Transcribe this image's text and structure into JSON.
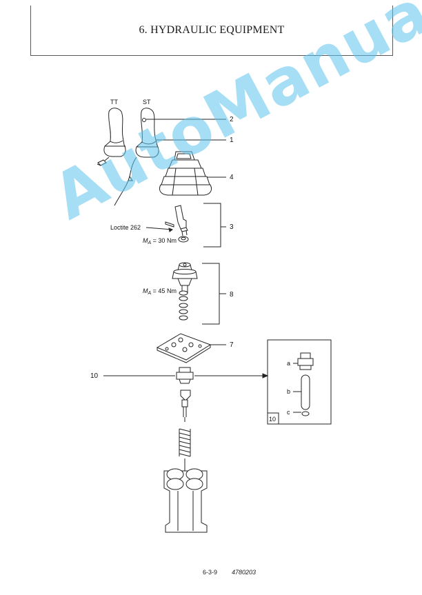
{
  "header": {
    "title": "6. HYDRAULIC EQUIPMENT"
  },
  "labels": {
    "tt": "TT",
    "st": "ST",
    "loctite": "Loctite 262",
    "ma30": "M",
    "ma30_sub": "A",
    "ma30_val": " = 30 Nm",
    "ma45": "M",
    "ma45_sub": "A",
    "ma45_val": " = 45 Nm"
  },
  "callouts": {
    "c1": "1",
    "c2": "2",
    "c3": "3",
    "c4": "4",
    "c7": "7",
    "c8": "8",
    "c10": "10"
  },
  "detail": {
    "a": "a",
    "b": "b",
    "c": "c",
    "box_number": "10"
  },
  "watermark": "AutoManual",
  "footer": {
    "page": "6-3-9",
    "doc_number": "4780203"
  }
}
